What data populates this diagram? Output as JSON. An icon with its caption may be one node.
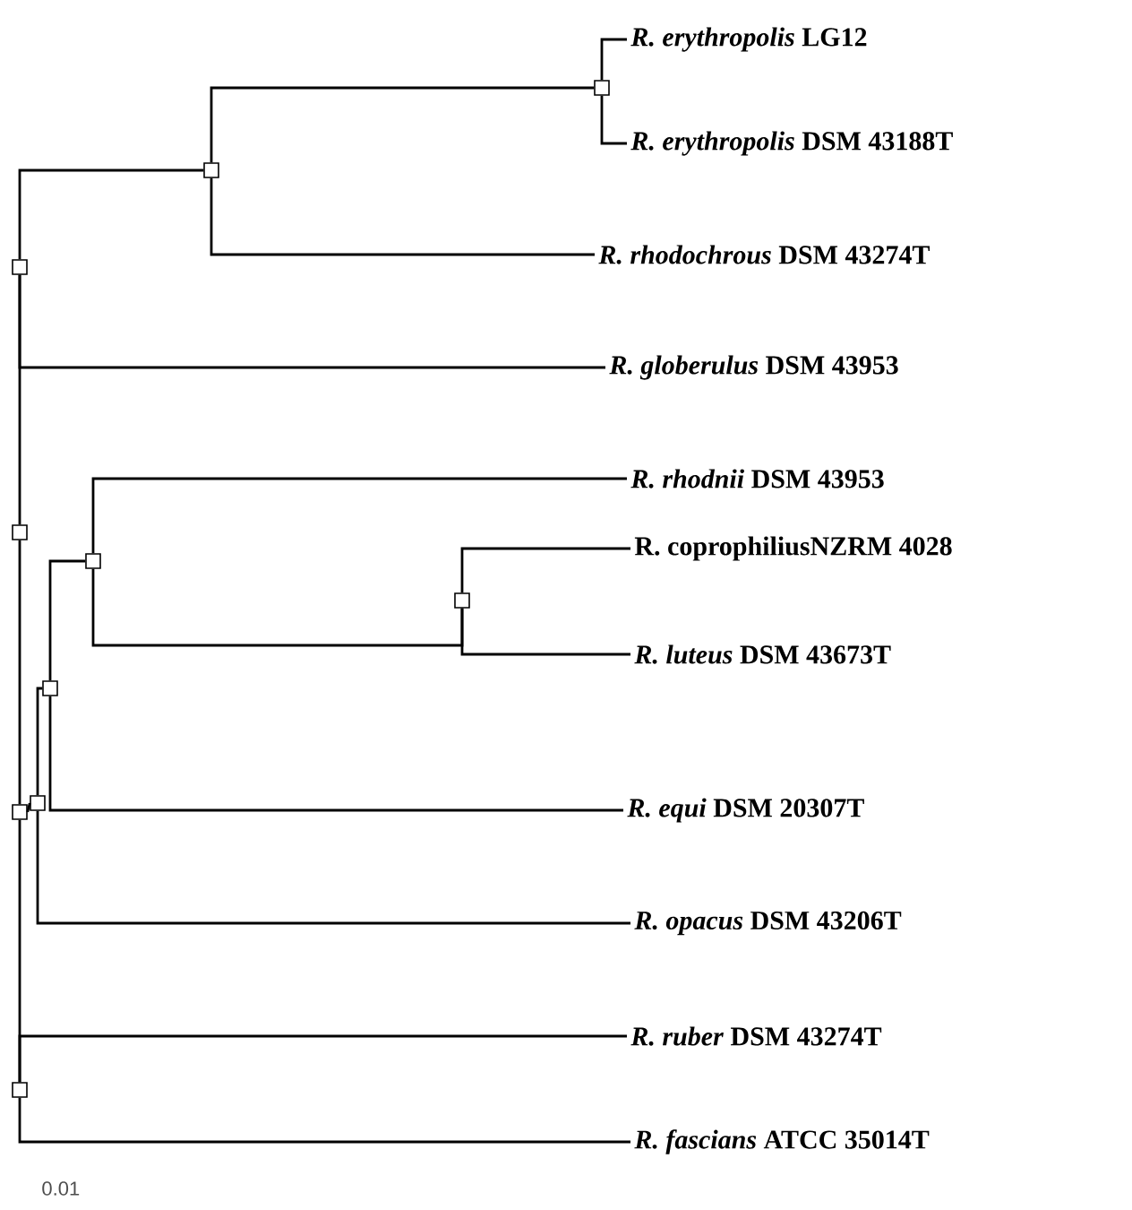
{
  "diagram": {
    "nodes": [
      {
        "text": [
          "*R. erythropolis* LG12"
        ]
      },
      {
        "text": [
          "*R. erythropolis* DSM 43188T"
        ]
      },
      {
        "text": [
          "*R. rhodochrous* DSM 43274T"
        ]
      },
      {
        "text": [
          "*R. globerulus* DSM 43953"
        ]
      },
      {
        "text": [
          "*R. rhodnii* DSM 43953"
        ]
      },
      {
        "text": [
          "R. coprophiliusNZRM 4028"
        ]
      },
      {
        "text": [
          "*R. luteus* DSM 43673T"
        ]
      },
      {
        "text": [
          "*R. equi* DSM 20307T"
        ]
      },
      {
        "text": [
          "*R. opacus* DSM 43206T"
        ]
      },
      {
        "text": [
          "*R. ruber* DSM 43274T"
        ]
      },
      {
        "text": [
          "*R. fascians* ATCC 35014T"
        ]
      },
      {
        "text": [],
        "shape": "box"
      },
      {
        "text": [],
        "shape": "box"
      },
      {
        "text": [],
        "shape": "box"
      },
      {
        "text": [],
        "shape": "box"
      },
      {
        "text": [],
        "shape": "box"
      },
      {
        "text": [],
        "shape": "box"
      },
      {
        "text": [],
        "shape": "box"
      },
      {
        "text": [],
        "shape": "box"
      },
      {
        "text": [],
        "shape": "box"
      },
      {
        "text": [],
        "shape": "box"
      }
    ],
    "edges": [
      {
        "from": 11,
        "to": 0,
        "arrow": "none"
      },
      {
        "from": 11,
        "to": 1,
        "arrow": "none"
      },
      {
        "from": 12,
        "to": 11,
        "arrow": "none"
      },
      {
        "from": 12,
        "to": 2,
        "arrow": "none"
      },
      {
        "from": 13,
        "to": 12,
        "arrow": "none"
      },
      {
        "from": 13,
        "to": 3,
        "arrow": "none"
      },
      {
        "from": 14,
        "to": 13,
        "arrow": "none"
      },
      {
        "from": 19,
        "to": 14,
        "arrow": "none"
      },
      {
        "from": 15,
        "to": 4,
        "arrow": "none"
      },
      {
        "from": 15,
        "to": 16,
        "arrow": "none"
      },
      {
        "from": 16,
        "to": 5,
        "arrow": "none"
      },
      {
        "from": 16,
        "to": 6,
        "arrow": "none"
      },
      {
        "from": 17,
        "to": 15,
        "arrow": "none"
      },
      {
        "from": 17,
        "to": 7,
        "arrow": "none"
      },
      {
        "from": 18,
        "to": 17,
        "arrow": "none"
      },
      {
        "from": 18,
        "to": 8,
        "arrow": "none"
      },
      {
        "from": 19,
        "to": 18,
        "arrow": "none"
      },
      {
        "from": 19,
        "to": 20,
        "arrow": "none"
      },
      {
        "from": 20,
        "to": 9,
        "arrow": "none"
      },
      {
        "from": 20,
        "to": 10,
        "arrow": "none"
      }
    ],
    "labels": [
      "0.01"
    ]
  }
}
